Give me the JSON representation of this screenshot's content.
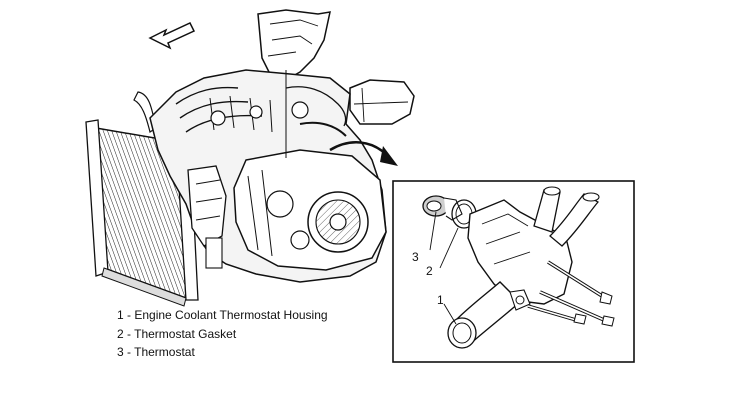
{
  "legend": {
    "items": [
      "1 - Engine Coolant Thermostat Housing",
      "2 - Thermostat Gasket",
      "3 - Thermostat"
    ]
  },
  "callouts": {
    "c1": "1",
    "c2": "2",
    "c3": "3"
  },
  "colors": {
    "line": "#111111",
    "background": "#ffffff",
    "shade": "#bdbdbd"
  }
}
